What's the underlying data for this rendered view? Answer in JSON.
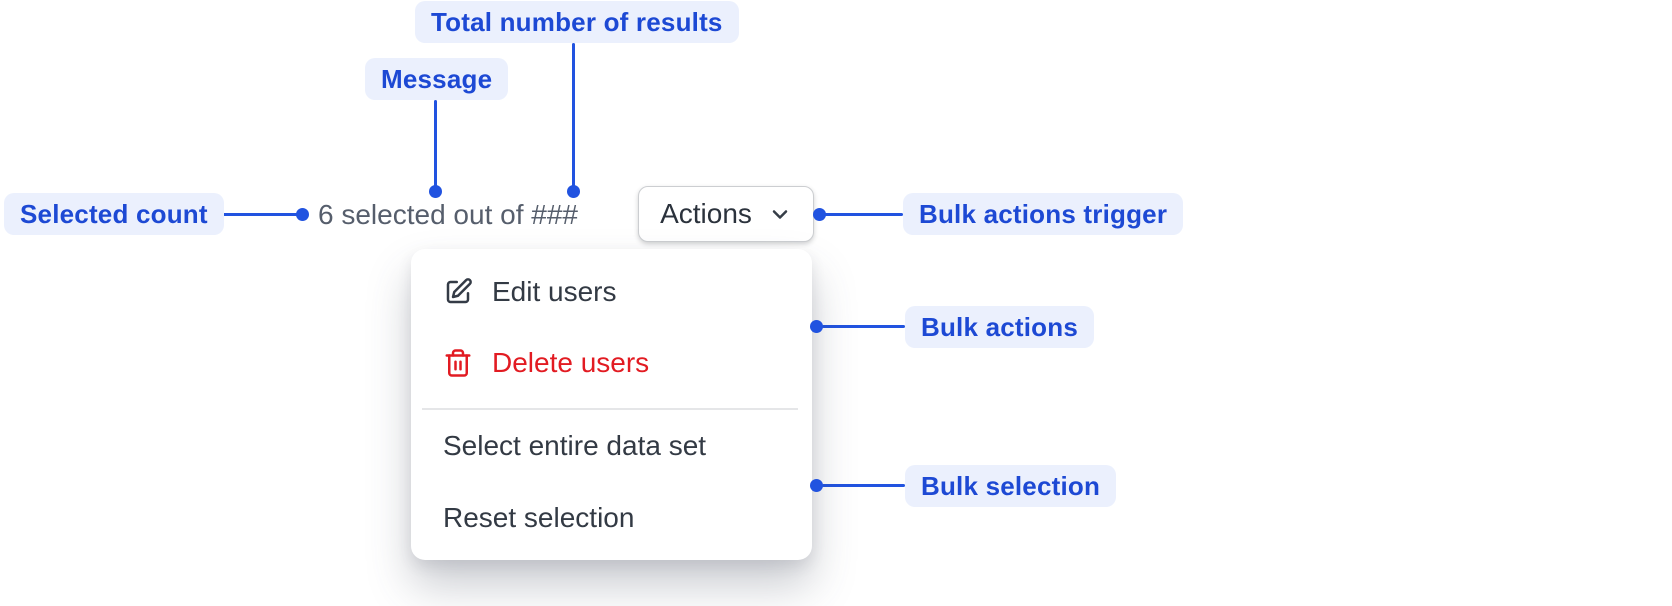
{
  "annotations": {
    "selected_count": "Selected count",
    "message": "Message",
    "total_results": "Total number of results",
    "bulk_actions_trigger": "Bulk actions trigger",
    "bulk_actions": "Bulk actions",
    "bulk_selection": "Bulk selection"
  },
  "component": {
    "message_text": "6 selected out of ###",
    "actions_button_label": "Actions",
    "menu": {
      "items": [
        {
          "label": "Edit users",
          "icon": "edit-icon"
        },
        {
          "label": "Delete users",
          "icon": "trash-icon",
          "tone": "danger"
        },
        {
          "label": "Select entire data set"
        },
        {
          "label": "Reset selection"
        }
      ]
    }
  },
  "colors": {
    "annotation_text_blue": "#1d49d4",
    "annotation_pill_bg": "#ebf0fd",
    "connector_blue": "#2153e0",
    "danger_red": "#e21b22",
    "menu_text": "#333a44",
    "message_gray": "#565e6c"
  }
}
